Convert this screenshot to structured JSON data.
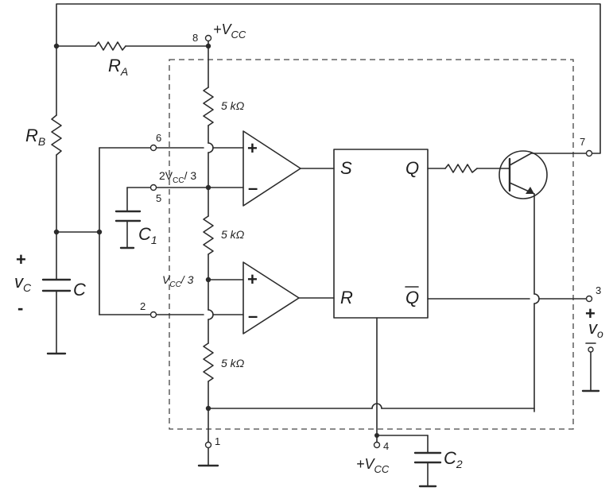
{
  "labels": {
    "vcc_top": "+V",
    "vcc_top_sub": "CC",
    "vcc_bottom": "+V",
    "vcc_bottom_sub": "CC",
    "ra": "R",
    "ra_sub": "A",
    "rb": "R",
    "rb_sub": "B",
    "c": "C",
    "c1": "C",
    "c1_sub": "1",
    "c2": "C",
    "c2_sub": "2",
    "vc": "v",
    "vc_sub": "C",
    "vo": "v",
    "vo_sub": "o",
    "plus": "+",
    "minus": "-",
    "r1": "5 kΩ",
    "r2": "5 kΩ",
    "r3": "5 kΩ",
    "two_vcc_3": "2V",
    "two_vcc_3_sub": "CC",
    "two_vcc_3_tail": "/ 3",
    "vcc_3": "V",
    "vcc_3_sub": "CC",
    "vcc_3_tail": "/ 3",
    "op_plus": "+",
    "op_minus": "–",
    "ff_s": "S",
    "ff_r": "R",
    "ff_q": "Q",
    "ff_qbar": "Q"
  },
  "pins": {
    "p1": "1",
    "p2": "2",
    "p3": "3",
    "p4": "4",
    "p5": "5",
    "p6": "6",
    "p7": "7",
    "p8": "8"
  }
}
